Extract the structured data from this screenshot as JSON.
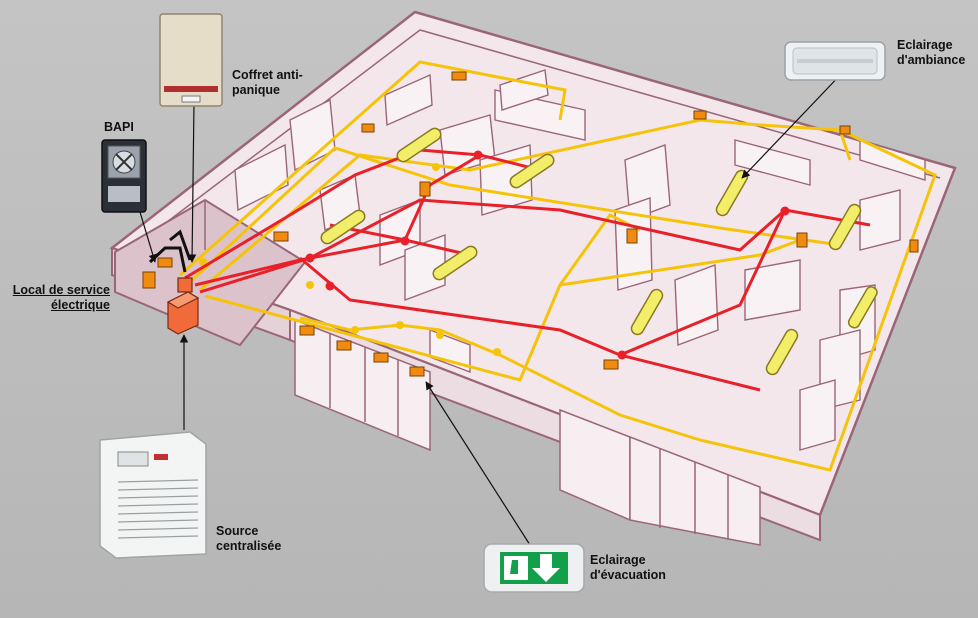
{
  "labels": {
    "coffret": "Coffret anti-\npanique",
    "bapi": "BAPI",
    "local_line1": "Local de service",
    "local_line2": "électrique",
    "ambiance": "Eclairage\nd'ambiance",
    "source": "Source\ncentralisée",
    "evacuation": "Eclairage\nd'évacuation"
  },
  "colors": {
    "wall": "#a06a7c",
    "floor": "#f2e6ea",
    "local_room": "#dcc3cc",
    "safety_circuit": "#e8202a",
    "ambient_circuit": "#f5c40a",
    "ambient_fixture": "#f2ee6a",
    "evac_block": "#f08a10",
    "control_wiring": "#111111",
    "background": "#bdbdbd"
  },
  "icons": {
    "coffret": "anti-panic-cabinet-icon",
    "bapi": "bapi-panel-icon",
    "ambiance": "ambient-luminaire-icon",
    "source": "central-battery-icon",
    "evacuation": "exit-sign-icon"
  }
}
